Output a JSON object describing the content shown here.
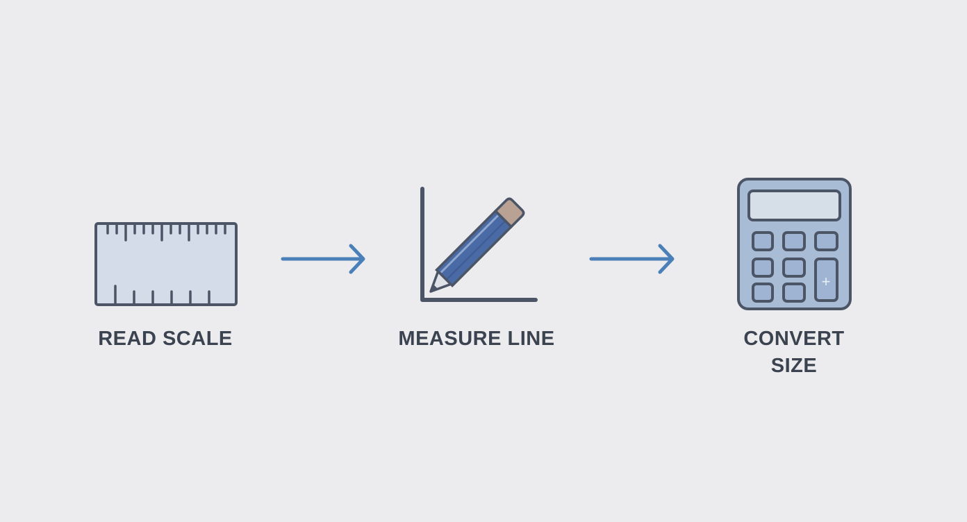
{
  "steps": [
    {
      "label": "READ SCALE",
      "icon": "ruler-icon"
    },
    {
      "label": "MEASURE LINE",
      "icon": "pencil-icon"
    },
    {
      "label_line1": "CONVERT",
      "label_line2": "SIZE",
      "icon": "calculator-icon"
    }
  ],
  "colors": {
    "background": "#ececee",
    "outline": "#4b5566",
    "arrow": "#4a7fb8",
    "ruler_fill": "#d3dce8",
    "pencil_body": "#4a6aa5",
    "pencil_eraser": "#b9a294",
    "calculator_fill": "#a9bcd6",
    "text": "#3c4350"
  },
  "calculator_key": "+"
}
